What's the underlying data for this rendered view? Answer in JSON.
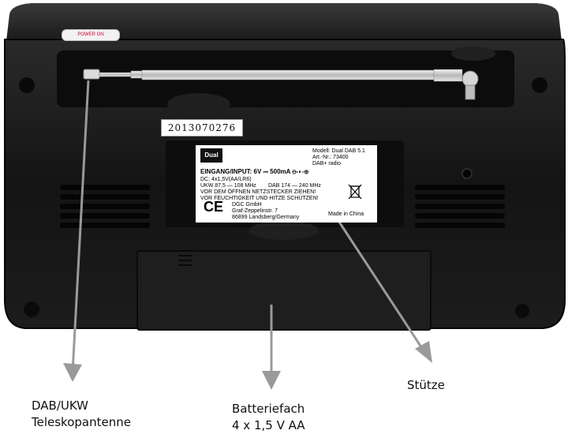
{
  "image": {
    "serial_number": "2013070276",
    "label_plate": {
      "brand": "Dual",
      "model": "Modell: Dual DAB 5.1",
      "article": "Art.-Nr.: 73400",
      "type": "DAB+ radio",
      "input": "EINGANG/INPUT: 6V ⎓ 500mA ⊖-◐-⊕",
      "dc": "DC: 4x1,5V(AA/LR6)",
      "ukw": "UKW  87,5 — 108 MHz",
      "dab": "DAB 174 — 240 MHz",
      "warning_1": "VOR DEM ÖFFNEN NETZSTECKER ZIEHEN!",
      "warning_2": "VOR FEUCHTIGKEIT UND HITZE SCHÜTZEN!",
      "company": "DGC GmbH",
      "street": "Graf-Zeppelinstr. 7",
      "city": "86899 Landsberg/Germany",
      "made_in": "Made in China",
      "ce_mark": "CE"
    },
    "power_button_text": "POWER ON"
  },
  "annotations": {
    "antenna_line1": "DAB/UKW",
    "antenna_line2": "Teleskopantenne",
    "battery_line1": "Batteriefach",
    "battery_line2": "4 x 1,5 V AA",
    "stand": "Stütze"
  },
  "colors": {
    "device": "#161616",
    "arrow": "#9a9a9a",
    "antenna": "#c8c8c8"
  }
}
